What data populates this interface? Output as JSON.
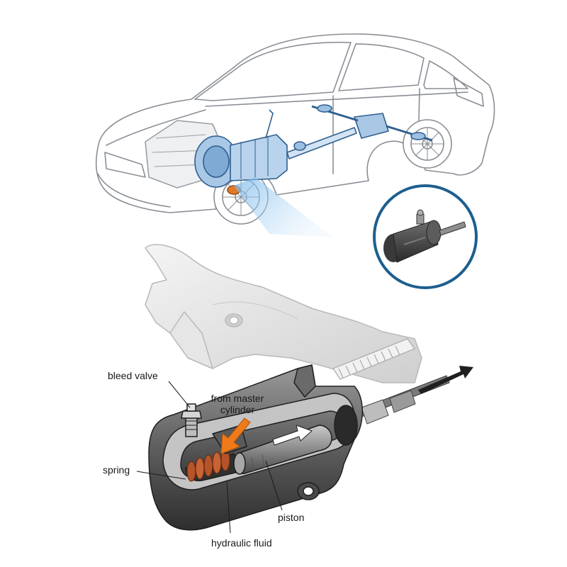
{
  "labels": {
    "bleed_valve": "bleed valve",
    "from_master_line1": "from master",
    "from_master_line2": "cylinder",
    "spring": "spring",
    "piston": "piston",
    "hydraulic_fluid": "hydraulic fluid"
  },
  "colors": {
    "car_outline": "#8a8f96",
    "drivetrain_blue": "#4a7fb5",
    "metal_dark": "#4d4d4d",
    "metal_light": "#d9d9d9",
    "spring_copper": "#b5542b",
    "arrow_orange": "#f07a1a",
    "inset_ring": "#1d5f8f",
    "highlight_glow": "#8cc4ef"
  },
  "icons": {
    "car": "car-illustration",
    "inset": "slave-cylinder-photo",
    "cutaway": "slave-cylinder-cutaway"
  }
}
